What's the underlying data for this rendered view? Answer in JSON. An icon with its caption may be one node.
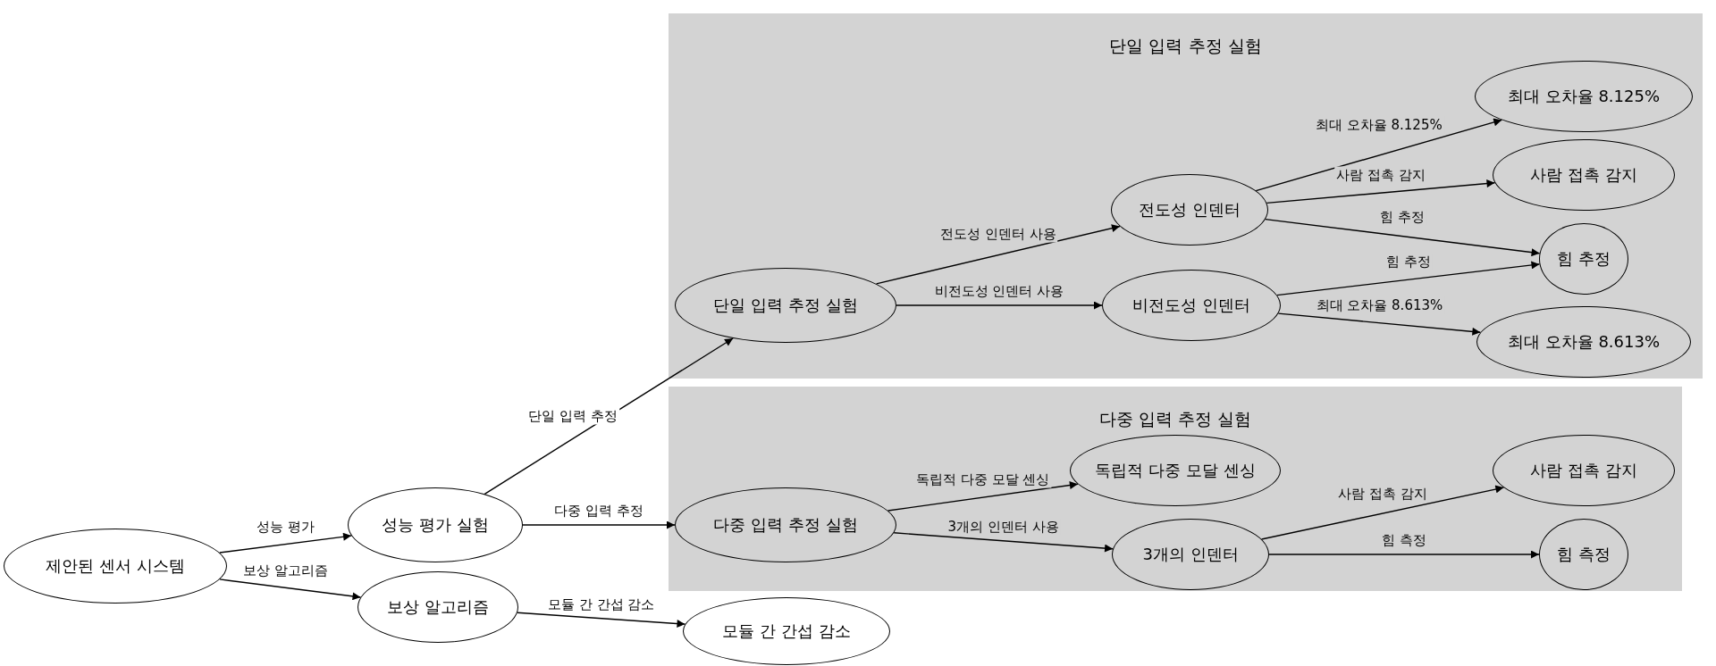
{
  "diagram": {
    "nodes": [
      {
        "text": [
          "제안된 센서 시스템"
        ]
      },
      {
        "text": [
          "성능 평가 실험"
        ]
      },
      {
        "text": [
          "보상 알고리즘"
        ]
      },
      {
        "text": [
          "모듈 간 간섭 감소"
        ]
      },
      {
        "text": [
          "단일 입력 추정 실험"
        ]
      },
      {
        "text": [
          "단일 입력 추정 실험"
        ],
        "in": 4
      },
      {
        "text": [
          "전도성 인덴터"
        ],
        "in": 4
      },
      {
        "text": [
          "비전도성 인덴터"
        ],
        "in": 4
      },
      {
        "text": [
          "최대 오차율 8.125%"
        ],
        "in": 4
      },
      {
        "text": [
          "사람 접촉 감지"
        ],
        "in": 4
      },
      {
        "text": [
          "힘 추정"
        ],
        "in": 4
      },
      {
        "text": [
          "최대 오차율 8.613%"
        ],
        "in": 4
      },
      {
        "text": [
          "다중 입력 추정 실험"
        ]
      },
      {
        "text": [
          "다중 입력 추정 실험"
        ],
        "in": 12
      },
      {
        "text": [
          "독립적 다중 모달 센싱"
        ],
        "in": 12
      },
      {
        "text": [
          "3개의 인덴터"
        ],
        "in": 12
      },
      {
        "text": [
          "사람 접촉 감지"
        ],
        "in": 12
      },
      {
        "text": [
          "힘 측정"
        ],
        "in": 12
      }
    ],
    "edges": [
      {
        "from": 0,
        "to": 1,
        "arrow": "to",
        "label": "성능 평가"
      },
      {
        "from": 0,
        "to": 2,
        "arrow": "to",
        "label": "보상 알고리즘"
      },
      {
        "from": 1,
        "to": 5,
        "arrow": "to",
        "label": "단일 입력 추정"
      },
      {
        "from": 1,
        "to": 13,
        "arrow": "to",
        "label": "다중 입력 추정"
      },
      {
        "from": 2,
        "to": 3,
        "arrow": "to",
        "label": "모듈 간 간섭 감소"
      },
      {
        "from": 5,
        "to": 6,
        "arrow": "to",
        "label": "전도성 인덴터 사용"
      },
      {
        "from": 5,
        "to": 7,
        "arrow": "to",
        "label": "비전도성 인덴터 사용"
      },
      {
        "from": 6,
        "to": 8,
        "arrow": "to",
        "label": "최대 오차율 8.125%"
      },
      {
        "from": 6,
        "to": 9,
        "arrow": "to",
        "label": "사람 접촉 감지"
      },
      {
        "from": 6,
        "to": 10,
        "arrow": "to",
        "label": "힘 추정"
      },
      {
        "from": 7,
        "to": 10,
        "arrow": "to",
        "label": "힘 추정"
      },
      {
        "from": 7,
        "to": 11,
        "arrow": "to",
        "label": "최대 오차율 8.613%"
      },
      {
        "from": 13,
        "to": 14,
        "arrow": "to",
        "label": "독립적 다중 모달 센싱"
      },
      {
        "from": 13,
        "to": 15,
        "arrow": "to",
        "label": "3개의 인덴터 사용"
      },
      {
        "from": 15,
        "to": 16,
        "arrow": "to",
        "label": "사람 접촉 감지"
      },
      {
        "from": 15,
        "to": 17,
        "arrow": "to",
        "label": "힘 측정"
      }
    ]
  }
}
